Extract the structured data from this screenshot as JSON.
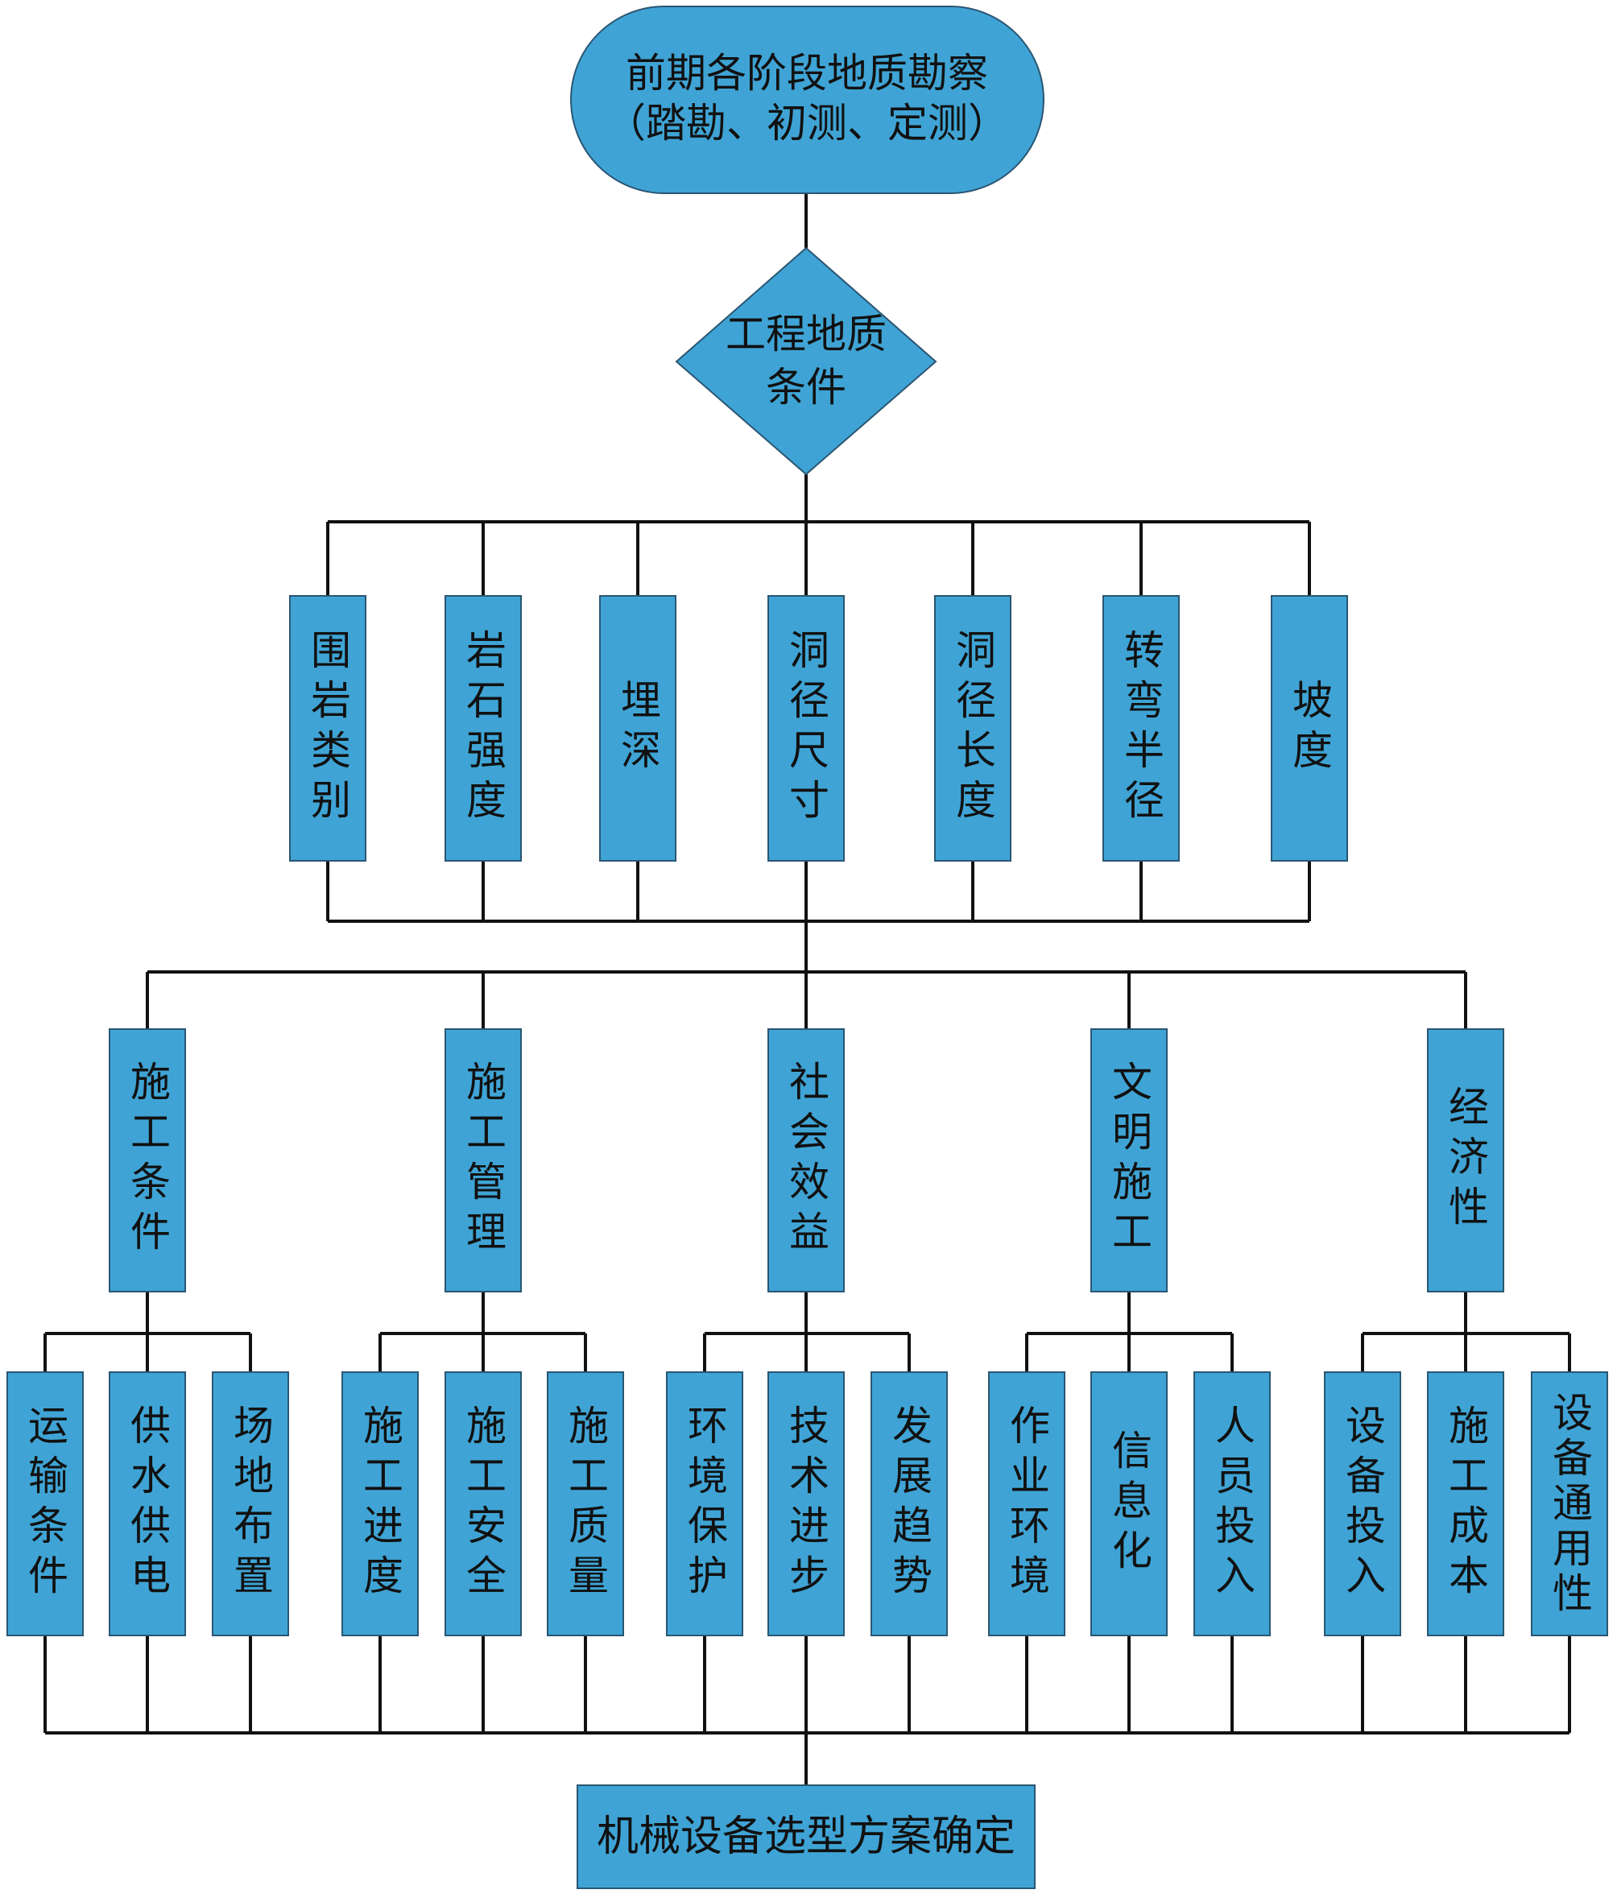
{
  "colors": {
    "node_fill": "#3fa4d5",
    "node_stroke": "#2a5673",
    "line": "#111111",
    "background": "#ffffff"
  },
  "start": {
    "lines": [
      "前期各阶段地质勘察",
      "（踏勘、初测、定测）"
    ]
  },
  "decision": {
    "lines": [
      "工程地质",
      "条件"
    ]
  },
  "geology_factors": [
    {
      "label": "围岩类别"
    },
    {
      "label": "岩石强度"
    },
    {
      "label": "埋深"
    },
    {
      "label": "洞径尺寸"
    },
    {
      "label": "洞径长度"
    },
    {
      "label": "转弯半径"
    },
    {
      "label": "坡度"
    }
  ],
  "criteria": [
    {
      "label": "施工条件",
      "children": [
        "运输条件",
        "供水供电",
        "场地布置"
      ]
    },
    {
      "label": "施工管理",
      "children": [
        "施工进度",
        "施工安全",
        "施工质量"
      ]
    },
    {
      "label": "社会效益",
      "children": [
        "环境保护",
        "技术进步",
        "发展趋势"
      ]
    },
    {
      "label": "文明施工",
      "children": [
        "作业环境",
        "信息化",
        "人员投入"
      ]
    },
    {
      "label": "经济性",
      "children": [
        "设备投入",
        "施工成本",
        "设备通用性"
      ]
    }
  ],
  "result": {
    "label": "机械设备选型方案确定"
  }
}
